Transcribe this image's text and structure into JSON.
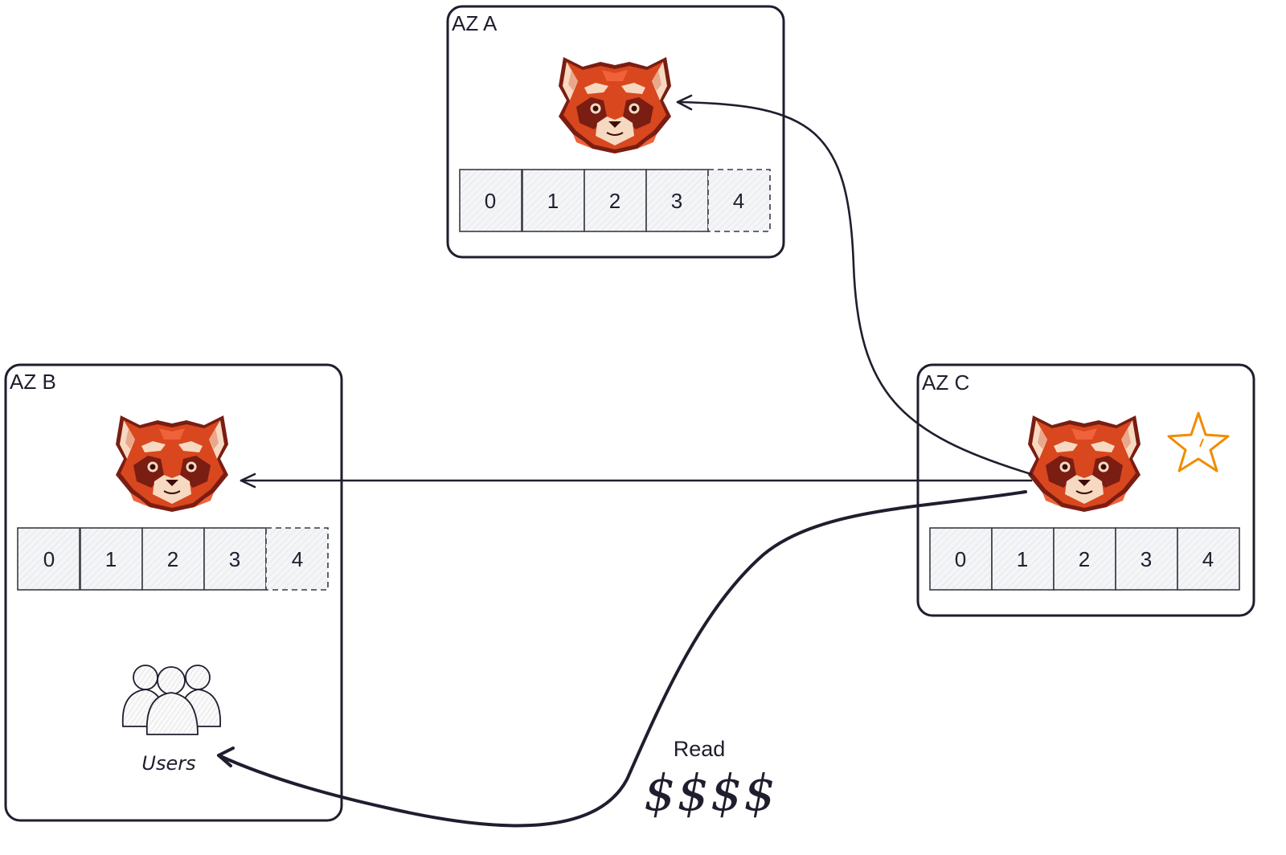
{
  "zones": [
    {
      "id": "az-a",
      "label": "AZ A",
      "partitions": [
        "0",
        "1",
        "2",
        "3",
        "4"
      ],
      "pending_partition": "4",
      "has_mascot": true,
      "is_leader": false
    },
    {
      "id": "az-b",
      "label": "AZ B",
      "partitions": [
        "0",
        "1",
        "2",
        "3",
        "4"
      ],
      "pending_partition": "4",
      "has_mascot": true,
      "has_users": true,
      "is_leader": false
    },
    {
      "id": "az-c",
      "label": "AZ C",
      "partitions": [
        "0",
        "1",
        "2",
        "3",
        "4"
      ],
      "pending_partition": null,
      "has_mascot": true,
      "is_leader": true
    }
  ],
  "users": {
    "label": "Users",
    "icon": "users-group-icon"
  },
  "read_annotation": {
    "label": "Read",
    "cost": "$$$$"
  },
  "leader_marker": {
    "icon": "star-icon",
    "color": "#f08c00"
  },
  "mascot": {
    "icon": "red-panda-icon",
    "colors": {
      "fur": "#d9471e",
      "dark": "#7a1d12",
      "light": "#f7d9c2"
    }
  },
  "connections": [
    {
      "from": "az-c",
      "to": "az-a",
      "kind": "replication"
    },
    {
      "from": "az-c",
      "to": "az-b",
      "kind": "replication"
    },
    {
      "from": "az-c",
      "to": "users",
      "kind": "read"
    }
  ]
}
